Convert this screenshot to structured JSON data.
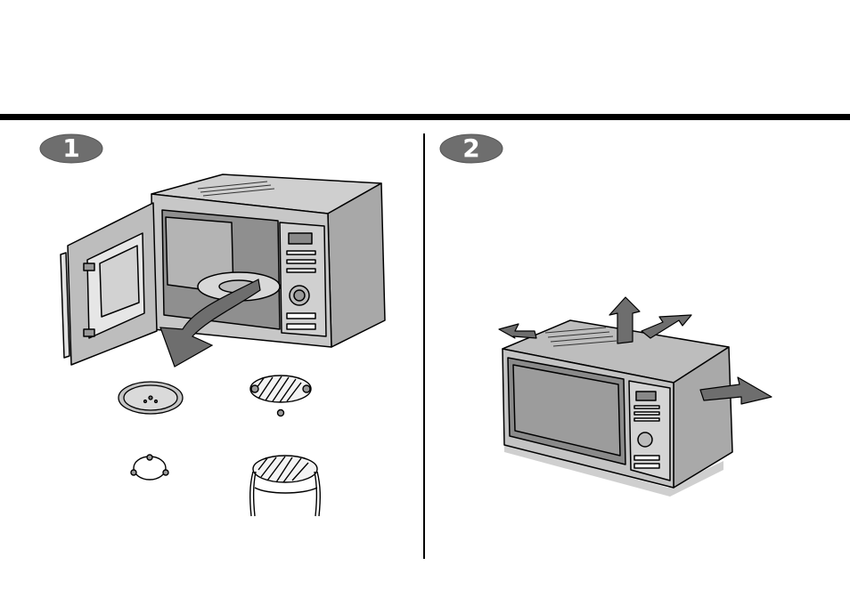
{
  "steps": [
    {
      "number": "1",
      "illustration": "microwave-open-door-accessories"
    },
    {
      "number": "2",
      "illustration": "microwave-ventilation-clearance"
    }
  ],
  "colors": {
    "rule": "#000000",
    "badge": "#6e6e6e",
    "body_gray": "#bdbdbd",
    "dark_gray": "#8a8a8a",
    "arrow_gray": "#6e6e6e"
  }
}
